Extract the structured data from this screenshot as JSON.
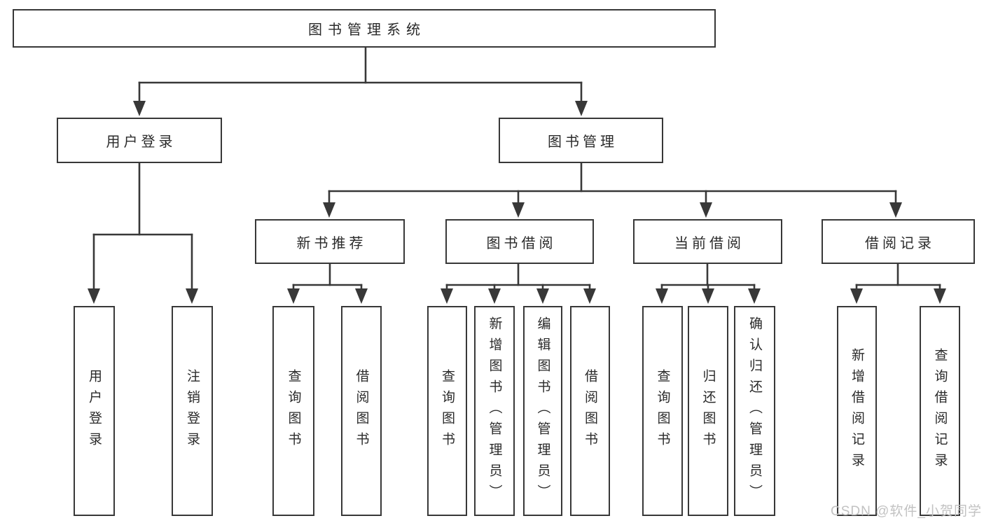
{
  "root": {
    "label": "图书管理系统"
  },
  "level1": {
    "user_login": {
      "label": "用户登录"
    },
    "book_management": {
      "label": "图书管理"
    }
  },
  "level2": {
    "new_book_recommend": {
      "label": "新书推荐"
    },
    "book_borrowing": {
      "label": "图书借阅"
    },
    "current_borrowing": {
      "label": "当前借阅"
    },
    "borrowing_records": {
      "label": "借阅记录"
    }
  },
  "leaves": {
    "user_login": {
      "label": "用户登录"
    },
    "logout": {
      "label": "注销登录"
    },
    "recommend_query_book": {
      "label": "查询图书"
    },
    "recommend_borrow_book": {
      "label": "借阅图书"
    },
    "borrow_query_book": {
      "label": "查询图书"
    },
    "borrow_add_book": {
      "label": "新增图书（管理员）"
    },
    "borrow_edit_book": {
      "label": "编辑图书（管理员）"
    },
    "borrow_borrow_book": {
      "label": "借阅图书"
    },
    "current_query_book": {
      "label": "查询图书"
    },
    "current_return_book": {
      "label": "归还图书"
    },
    "current_confirm_return": {
      "label": "确认归还（管理员）"
    },
    "records_add_record": {
      "label": "新增借阅记录"
    },
    "records_query_record": {
      "label": "查询借阅记录"
    }
  },
  "watermark": {
    "text": "CSDN @软件_小贺同学"
  },
  "colors": {
    "line": "#383838",
    "text": "#2a2a2a",
    "watermark": "#c2c2c2",
    "background": "#ffffff"
  }
}
